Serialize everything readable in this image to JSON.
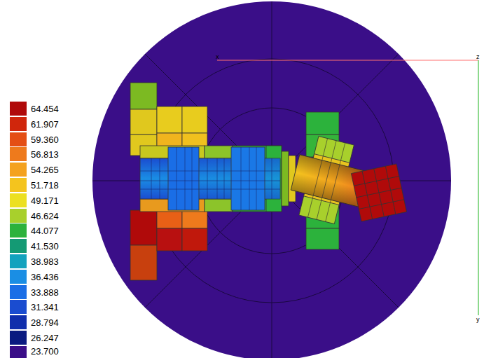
{
  "diagram": {
    "labels": [
      "x",
      "z",
      "y"
    ],
    "legend": [
      {
        "text": "64.454",
        "color": "#b00a0a"
      },
      {
        "text": "61.907",
        "color": "#d0260c"
      },
      {
        "text": "59.360",
        "color": "#e44e14"
      },
      {
        "text": "56.813",
        "color": "#ee7a1c"
      },
      {
        "text": "54.265",
        "color": "#f4a21e"
      },
      {
        "text": "51.718",
        "color": "#f4c41e"
      },
      {
        "text": "49.171",
        "color": "#ece020"
      },
      {
        "text": "46.624",
        "color": "#a8d02c"
      },
      {
        "text": "44.077",
        "color": "#2cb23c"
      },
      {
        "text": "41.530",
        "color": "#149a74"
      },
      {
        "text": "38.983",
        "color": "#12a2be"
      },
      {
        "text": "36.436",
        "color": "#1a8ee4"
      },
      {
        "text": "33.888",
        "color": "#1a6ee6"
      },
      {
        "text": "31.341",
        "color": "#1a4cd0"
      },
      {
        "text": "28.794",
        "color": "#102eac"
      },
      {
        "text": "26.247",
        "color": "#0a1a80"
      },
      {
        "text": "23.700",
        "color": "#3a0e88"
      }
    ]
  }
}
